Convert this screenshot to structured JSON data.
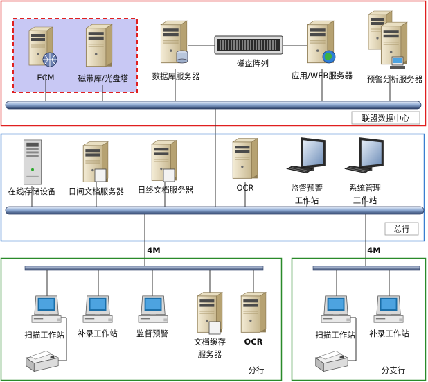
{
  "colors": {
    "datacenter_border": "#e02020",
    "hq_border": "#3a7fd0",
    "branch_border": "#2a8a2a",
    "ecm_group_fill": "#c8c8f4",
    "ecm_group_border": "#e02020"
  },
  "datacenter": {
    "label": "联盟数据中心",
    "ecm": "ECM",
    "tape": "磁带库/光盘塔",
    "db": "数据库服务器",
    "disk": "磁盘阵列",
    "app": "应用/WEB服务器",
    "alert": "预警分析服务器"
  },
  "hq": {
    "label": "总行",
    "online": "在线存储设备",
    "daily": "日间文档服务器",
    "eod": "日终文档服务器",
    "ocr": "OCR",
    "supervise_line1": "监督预警",
    "supervise_line2": "工作站",
    "sysmgmt_line1": "系统管理",
    "sysmgmt_line2": "工作站"
  },
  "links": {
    "left_bw": "4M",
    "right_bw": "4M"
  },
  "branch": {
    "label": "分行",
    "scan": "扫描工作站",
    "entry": "补录工作站",
    "supervise": "监督预警",
    "cache_line1": "文档缓存",
    "cache_line2": "服务器",
    "ocr": "OCR"
  },
  "subbranch": {
    "label": "分支行",
    "scan": "扫描工作站",
    "entry": "补录工作站"
  }
}
